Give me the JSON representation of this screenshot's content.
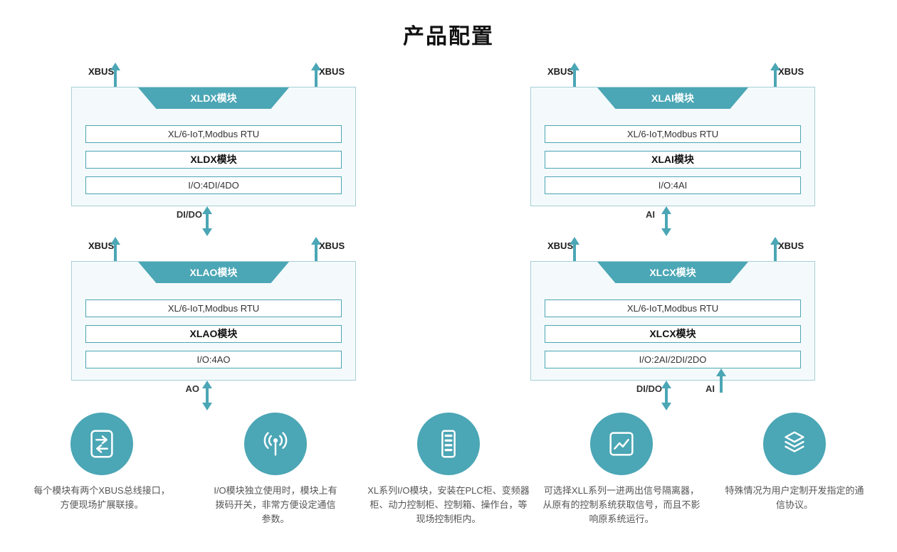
{
  "title": "产品配置",
  "xbus_label": "XBUS",
  "colors": {
    "accent_teal": "#4BA6B5",
    "box_background": "#F4FAFB",
    "box_border": "#A6CFD7",
    "text_dark": "#333333"
  },
  "modules": [
    {
      "name": "XLDX模块",
      "rows": [
        "XL/6-IoT,Modbus RTU",
        "XLDX模块",
        "I/O:4DI/4DO"
      ],
      "io": "DI/DO"
    },
    {
      "name": "XLAI模块",
      "rows": [
        "XL/6-IoT,Modbus RTU",
        "XLAI模块",
        "I/O:4AI"
      ],
      "io": "AI"
    },
    {
      "name": "XLAO模块",
      "rows": [
        "XL/6-IoT,Modbus RTU",
        "XLAO模块",
        "I/O:4AO"
      ],
      "io": "AO"
    },
    {
      "name": "XLCX模块",
      "rows": [
        "XL/6-IoT,Modbus RTU",
        "XLCX模块",
        "I/O:2AI/2DI/2DO"
      ],
      "io": "DI/DO",
      "io2": "AI"
    }
  ],
  "features": [
    {
      "icon": "transfer-icon",
      "text": "每个模块有两个XBUS总线接口，方便现场扩展联接。"
    },
    {
      "icon": "broadcast-icon",
      "text": "I/O模块独立使用时，模块上有拨码开关，非常方便设定通信参数。"
    },
    {
      "icon": "server-icon",
      "text": "XL系列I/O模块，安装在PLC柜、变频器柜、动力控制柜、控制箱、操作台，等现场控制柜内。"
    },
    {
      "icon": "chart-icon",
      "text": "可选择XLL系列一进两出信号隔离器，从原有的控制系统获取信号，而且不影响原系统运行。"
    },
    {
      "icon": "layers-icon",
      "text": "特殊情况为用户定制开发指定的通信协议。"
    }
  ]
}
